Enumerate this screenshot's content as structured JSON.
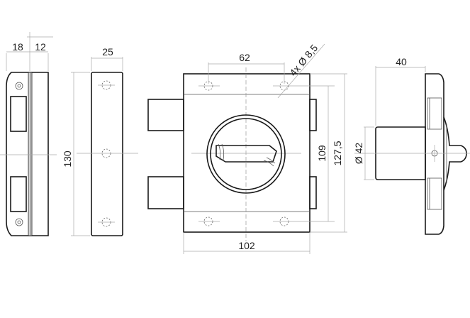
{
  "dimensions": {
    "side_left_width": "18",
    "side_right_width": "12",
    "strike_width": "25",
    "height": "130",
    "hole_spacing_h": "62",
    "holes_spec": "4x Ø 8,5",
    "body_width": "102",
    "hole_spacing_v": "109",
    "body_height": "127,5",
    "cylinder_length": "40",
    "cylinder_diameter": "Ø 42"
  }
}
